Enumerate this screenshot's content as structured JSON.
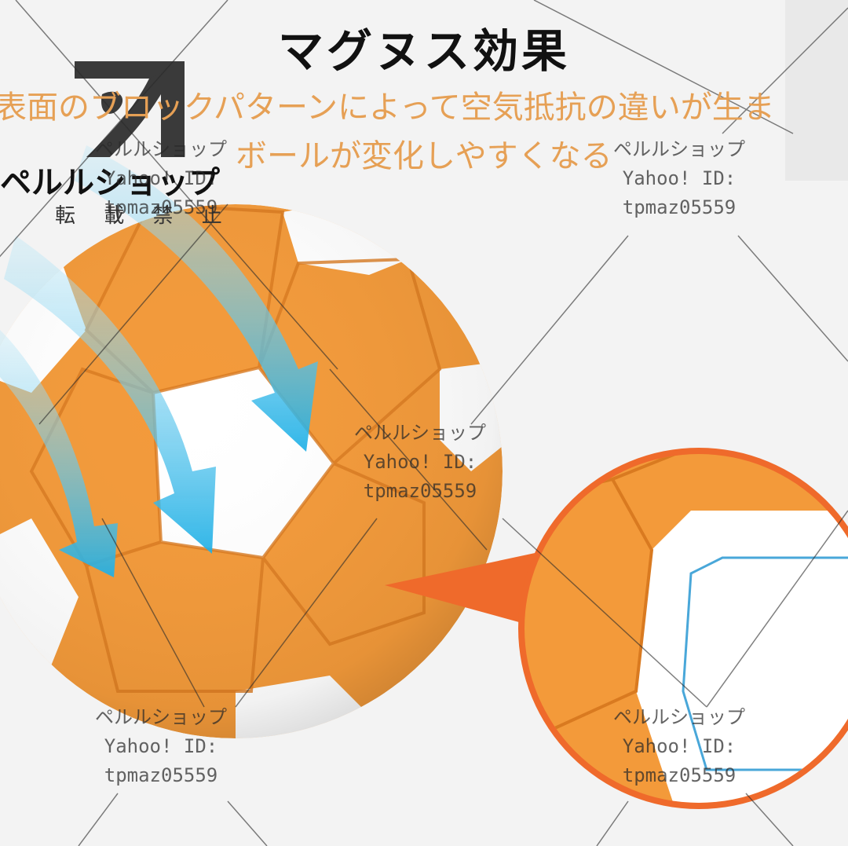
{
  "header": {
    "title": "マグヌス効果",
    "subtitle_line1": "表面のブロックパターンによって空気抵抗の違いが生ま",
    "subtitle_line2": "ボールが変化しやすくなる"
  },
  "logo": {
    "shop_name": "ペルルショップ",
    "tagline": "転 載 禁 止"
  },
  "watermarks": [
    {
      "shop": "ペルルショップ",
      "site": "Yahoo! ID:",
      "id": "tpmaz05559"
    },
    {
      "shop": "ペルルショップ",
      "site": "Yahoo! ID:",
      "id": "tpmaz05559"
    },
    {
      "shop": "ペルルショップ",
      "site": "Yahoo! ID:",
      "id": "tpmaz05559"
    },
    {
      "shop": "ペルルショップ",
      "site": "Yahoo! ID:",
      "id": "tpmaz05559"
    },
    {
      "shop": "ペルルショップ",
      "site": "Yahoo! ID:",
      "id": "tpmaz05559"
    }
  ],
  "colors": {
    "ball_orange": "#f39a3a",
    "ball_white": "#ffffff",
    "airflow_blue": "#29b3e3",
    "zoom_ring": "#ef6a2b",
    "subtitle": "#e6a055"
  }
}
